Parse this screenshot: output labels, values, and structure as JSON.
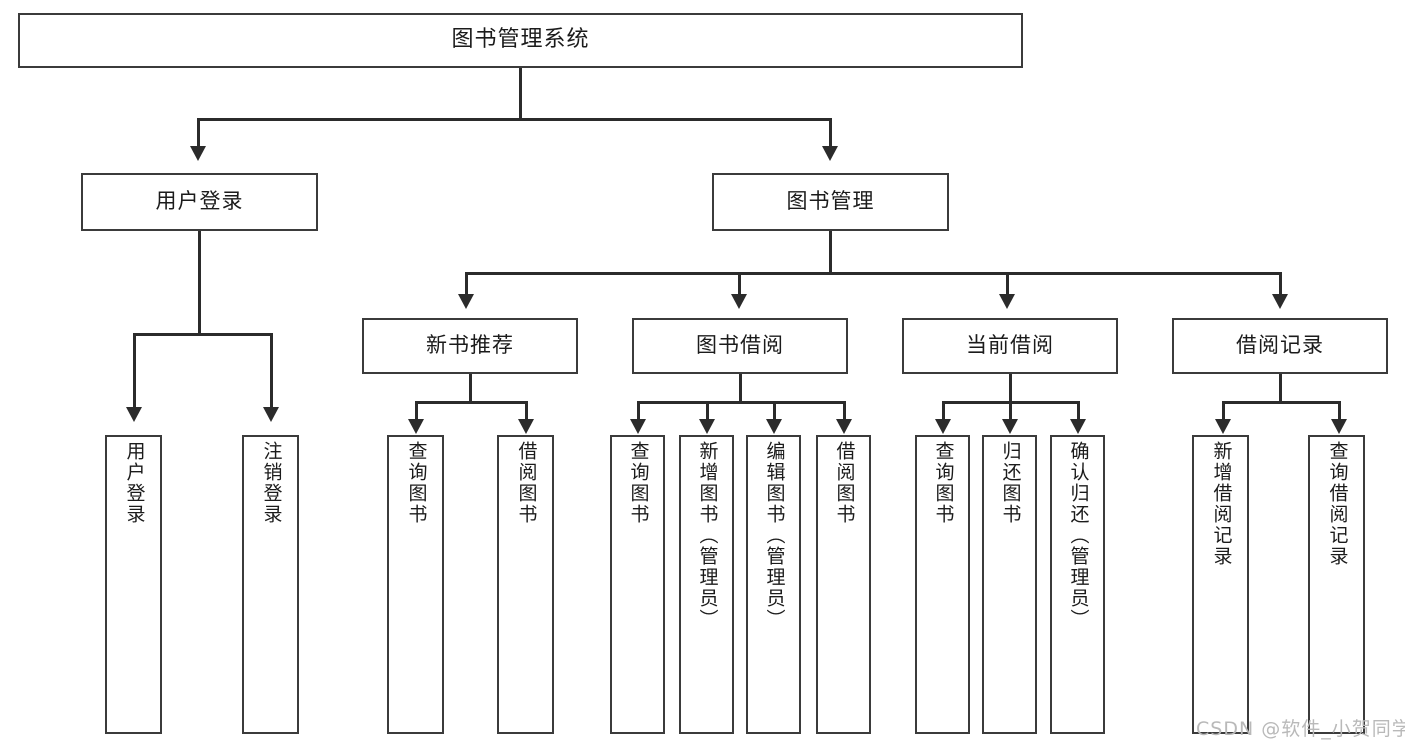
{
  "diagram": {
    "title": "图书管理系统",
    "type": "tree-hierarchy",
    "watermark": "CSDN @软件_小贺同学",
    "colors": {
      "box_border": "#3b3b3b",
      "connector": "#2b2b2b",
      "background": "#ffffff",
      "text": "#1b1b1b",
      "watermark": "#b9b9b9"
    }
  },
  "root": {
    "label": "图书管理系统"
  },
  "level2": [
    {
      "label": "用户登录"
    },
    {
      "label": "图书管理"
    }
  ],
  "level3": [
    {
      "label": "新书推荐"
    },
    {
      "label": "图书借阅"
    },
    {
      "label": "当前借阅"
    },
    {
      "label": "借阅记录"
    }
  ],
  "leaves": {
    "user_login": [
      {
        "label": "用户登录"
      },
      {
        "label": "注销登录"
      }
    ],
    "new_book_recommend": [
      {
        "label": "查询图书"
      },
      {
        "label": "借阅图书"
      }
    ],
    "book_borrow": [
      {
        "label": "查询图书"
      },
      {
        "label": "新增图书（管理员）"
      },
      {
        "label": "编辑图书（管理员）"
      },
      {
        "label": "借阅图书"
      }
    ],
    "current_borrow": [
      {
        "label": "查询图书"
      },
      {
        "label": "归还图书"
      },
      {
        "label": "确认归还（管理员）"
      }
    ],
    "borrow_record": [
      {
        "label": "新增借阅记录"
      },
      {
        "label": "查询借阅记录"
      }
    ]
  }
}
